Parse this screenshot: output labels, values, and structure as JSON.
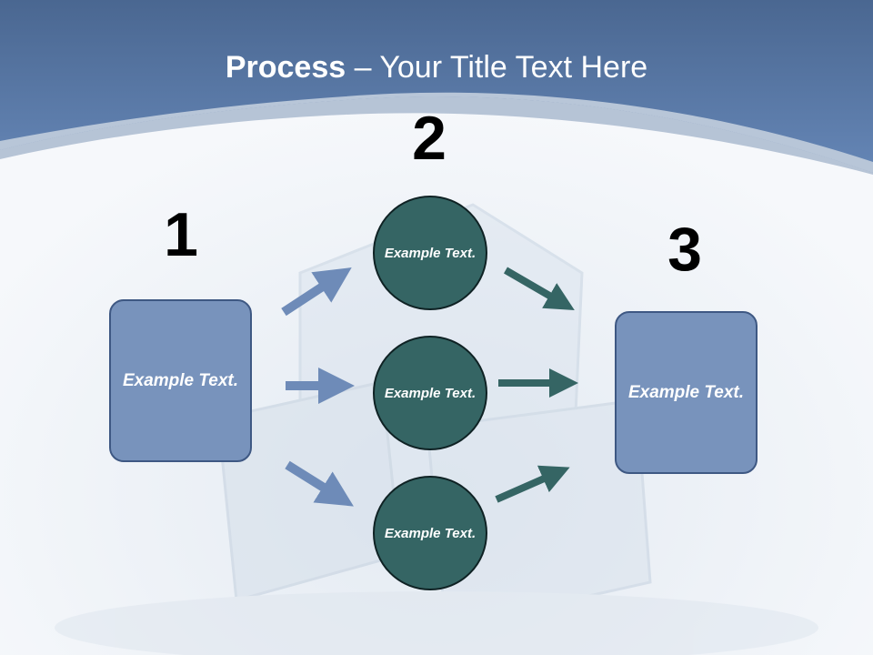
{
  "slide": {
    "title_bold": "Process",
    "title_rest": " – Your Title Text Here",
    "step_numbers": [
      "1",
      "2",
      "3"
    ],
    "left_box": "Example Text.",
    "right_box": "Example Text.",
    "circles": [
      "Example Text.",
      "Example Text.",
      "Example Text."
    ]
  },
  "colors": {
    "header": "#5d7fae",
    "box_fill": "#7893bc",
    "circle_fill": "#356564",
    "arrow_blue": "#6e8bb8",
    "arrow_teal": "#356564"
  }
}
